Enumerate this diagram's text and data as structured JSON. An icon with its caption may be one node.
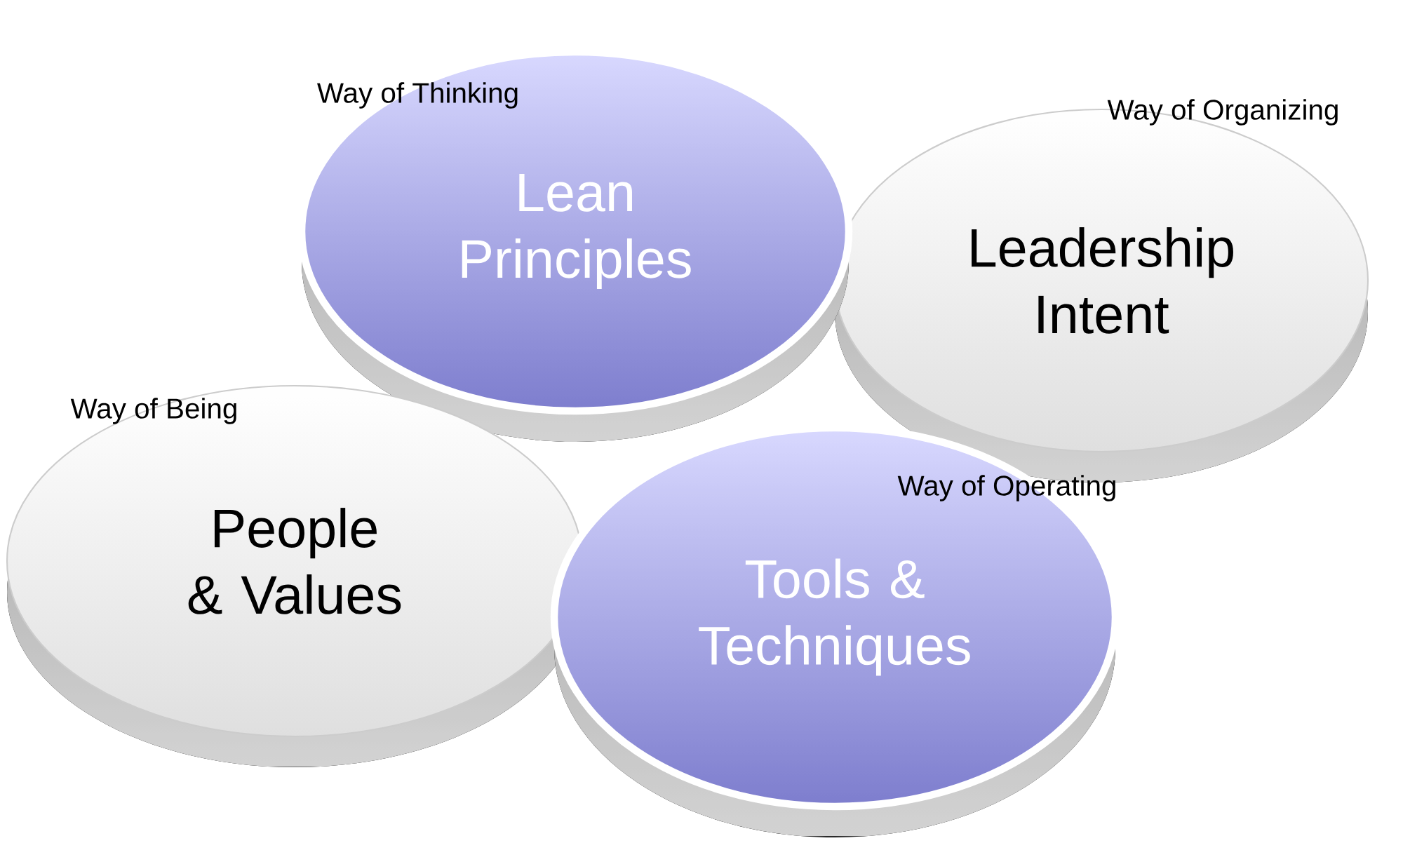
{
  "diagram": {
    "nodes": [
      {
        "text": [
          "Lean Principles"
        ],
        "beside": [
          "Way of Thinking"
        ]
      },
      {
        "text": [
          "Leadership Intent"
        ],
        "beside": [
          "Way of Organizing"
        ]
      },
      {
        "text": [
          "People & Values"
        ],
        "beside": [
          "Way of Being"
        ]
      },
      {
        "text": [
          "Tools & Techniques"
        ],
        "beside": [
          "Way of Operating"
        ]
      }
    ]
  }
}
